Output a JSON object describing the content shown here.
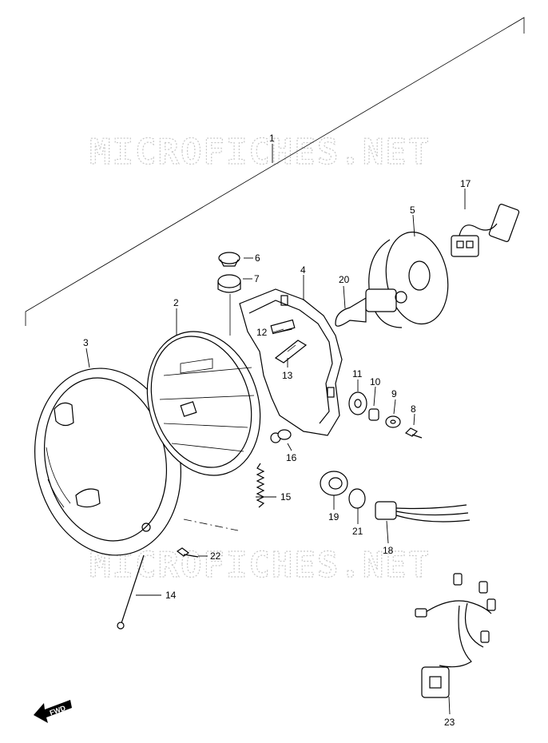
{
  "watermark": "MICROFICHES.NET",
  "fwd_label": "FWD",
  "callouts": {
    "p1": "1",
    "p2": "2",
    "p3": "3",
    "p4": "4",
    "p5": "5",
    "p6": "6",
    "p7": "7",
    "p8": "8",
    "p9": "9",
    "p10": "10",
    "p11": "11",
    "p12": "12",
    "p13": "13",
    "p14": "14",
    "p15": "15",
    "p16": "16",
    "p17": "17",
    "p18": "18",
    "p19": "19",
    "p20": "20",
    "p21": "21",
    "p22": "22",
    "p23": "23"
  }
}
